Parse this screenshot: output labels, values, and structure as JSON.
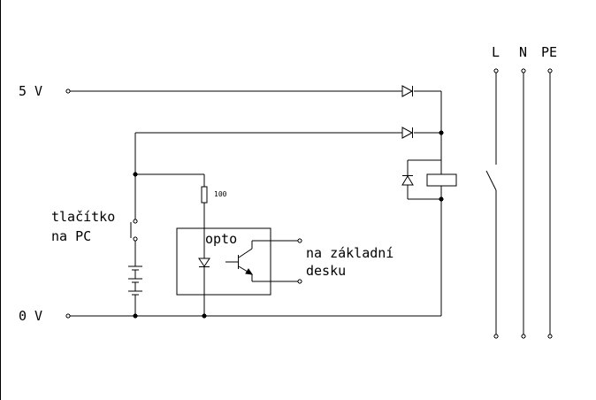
{
  "labels": {
    "rail_5v": "5 V",
    "rail_0v": "0 V",
    "button_line1": "tlačítko",
    "button_line2": "na PC",
    "resistor_value": "100",
    "opto": "opto",
    "output_line1": "na základní",
    "output_line2": "desku",
    "mains_l": "L",
    "mains_n": "N",
    "mains_pe": "PE"
  },
  "colors": {
    "line": "#000000",
    "background": "#ffffff"
  }
}
